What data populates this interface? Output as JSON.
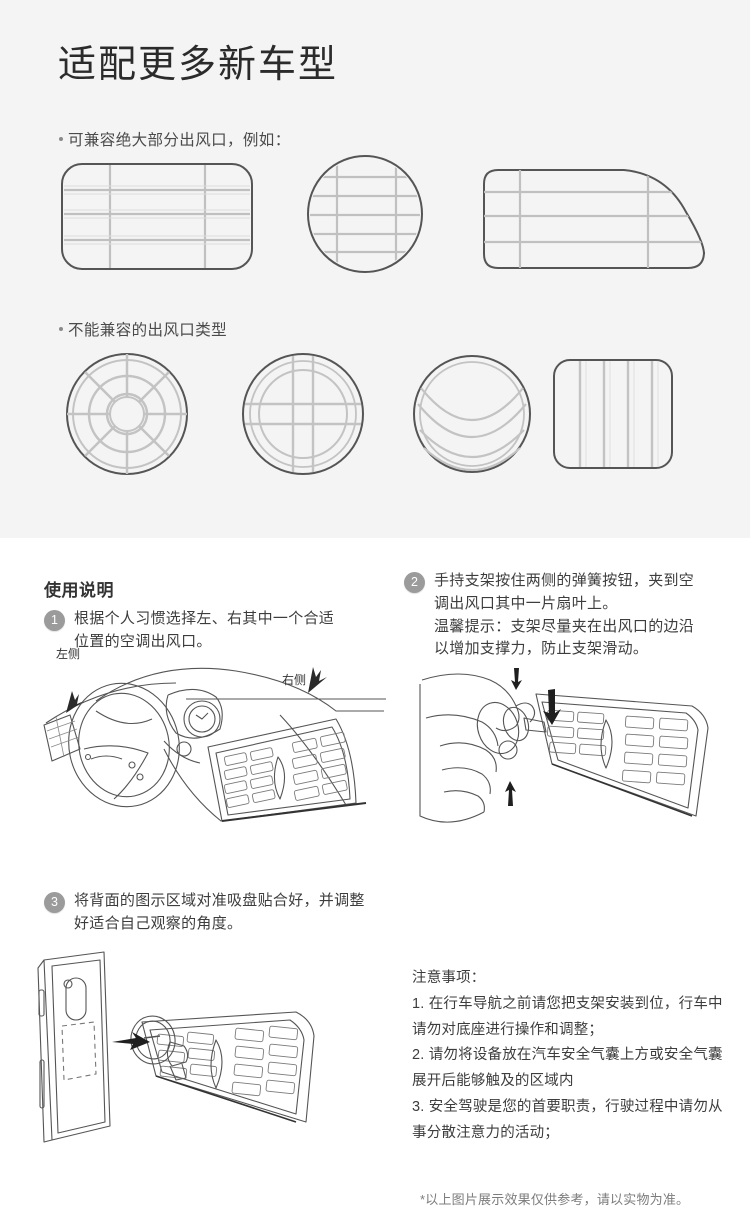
{
  "top": {
    "title": "适配更多新车型",
    "compatible_label": "可兼容绝大部分出风口，例如：",
    "incompatible_label": "不能兼容的出风口类型",
    "compatible_vents": [
      {
        "name": "rounded-rect-vent",
        "desc": "横向格栅圆角矩形出风口"
      },
      {
        "name": "round-vent",
        "desc": "横向格栅圆形出风口"
      },
      {
        "name": "wedge-vent",
        "desc": "横向格栅异形出风口"
      }
    ],
    "incompatible_vents": [
      {
        "name": "radial-spoke-vent",
        "desc": "放射状辐条圆形出风口"
      },
      {
        "name": "cross-vent",
        "desc": "十字形圆形出风口"
      },
      {
        "name": "arc-blade-vent",
        "desc": "弧形叶片圆形出风口"
      },
      {
        "name": "vertical-slat-vent",
        "desc": "竖向格栅方形出风口"
      }
    ]
  },
  "instructions": {
    "heading": "使用说明",
    "steps": [
      {
        "number": "1",
        "text": "根据个人习惯选择左、右其中一个合适\n位置的空调出风口。"
      },
      {
        "number": "2",
        "text": "手持支架按住两侧的弹簧按钮，夹到空\n调出风口其中一片扇叶上。\n温馨提示：支架尽量夹在出风口的边沿\n以增加支撑力，防止支架滑动。"
      },
      {
        "number": "3",
        "text": "将背面的图示区域对准吸盘贴合好，并调整\n好适合自己观察的角度。"
      }
    ],
    "dashboard_labels": {
      "left": "左侧",
      "right": "右侧"
    }
  },
  "notes": {
    "heading": "注意事项：",
    "items": [
      "1. 在行车导航之前请您把支架安装到位，行车中请勿对底座进行操作和调整；",
      "2. 请勿将设备放在汽车安全气囊上方或安全气囊展开后能够触及的区域内",
      "3. 安全驾驶是您的首要职责，行驶过程中请勿从事分散注意力的活动；"
    ]
  },
  "disclaimer": "*以上图片展示效果仅供参考，请以实物为准。",
  "colors": {
    "top_background": "#f4f4f4",
    "bottom_background": "#ffffff",
    "title_text": "#2b2b2b",
    "body_text": "#3d3d3d",
    "badge_fill": "#9b9b9b",
    "vent_outline": "#555555",
    "vent_slat": "#b9b9b9",
    "line_art": "#4d4d4d"
  }
}
